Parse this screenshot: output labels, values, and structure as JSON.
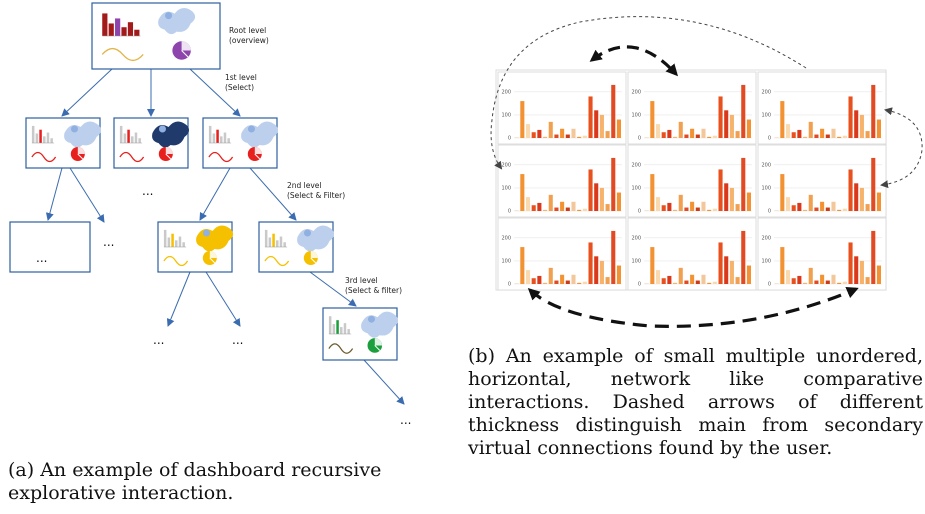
{
  "figure_a": {
    "caption": "(a) An example of dashboard recursive explorative interaction.",
    "levels": {
      "root": [
        "Root level",
        "(overview)"
      ],
      "first": [
        "1st level",
        "(Select)"
      ],
      "second": [
        "2nd level",
        "(Select & Filter)"
      ],
      "third": [
        "3rd level",
        "(Select & filter)"
      ]
    },
    "ellipsis": "...",
    "colors": {
      "root_accent": "#8e44ad",
      "level1_accent": "#e8201d",
      "level2_accent": "#f5c000",
      "level3_accent": "#1b9e3c",
      "box_border": "#2e5fa0",
      "arrow": "#3b6cb0"
    }
  },
  "figure_b": {
    "caption": "(b) An example of small multiple unordered, horizontal, network like comparative interactions. Dashed arrows of different thickness distinguish main from secondary virtual connections found by the user.",
    "y_ticks": [
      "200",
      "100",
      "0"
    ],
    "grid_rows": 3,
    "grid_cols": 3,
    "bar_values": [
      2,
      160,
      60,
      25,
      35,
      5,
      70,
      15,
      40,
      15,
      40,
      5,
      10,
      180,
      120,
      100,
      30,
      230,
      80
    ],
    "bar_colors": [
      "#f4c79a",
      "#f39233",
      "#f9d9b0",
      "#e8501e",
      "#d9391a",
      "#f6b36b",
      "#f0a050",
      "#e24a23",
      "#f39233",
      "#cc3b17"
    ],
    "colors": {
      "major_arrow": "#111111",
      "minor_arrow": "#555555"
    }
  }
}
